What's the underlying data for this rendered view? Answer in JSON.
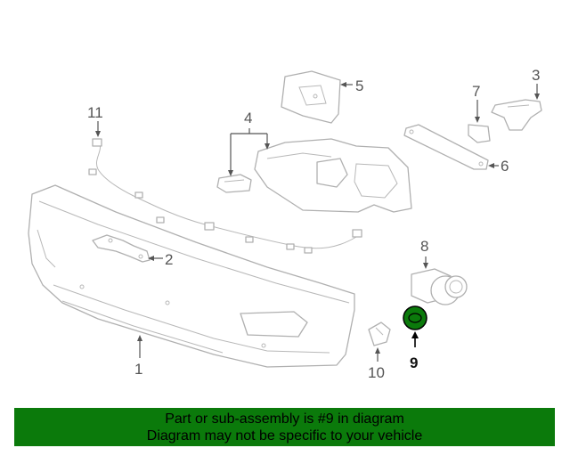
{
  "diagram": {
    "callouts": {
      "c1": "1",
      "c2": "2",
      "c3": "3",
      "c4": "4",
      "c5": "5",
      "c6": "6",
      "c7": "7",
      "c8": "8",
      "c9": "9",
      "c10": "10",
      "c11": "11"
    },
    "highlighted_part": "9"
  },
  "banner": {
    "line1": "Part or sub-assembly is #9 in diagram",
    "line2": "Diagram may not be specific to your vehicle"
  },
  "colors": {
    "banner_background": "#0b7a0b",
    "highlight_part_fill": "#0b7a0b",
    "line_art": "#b0b0b0",
    "callout_text": "#555555"
  }
}
